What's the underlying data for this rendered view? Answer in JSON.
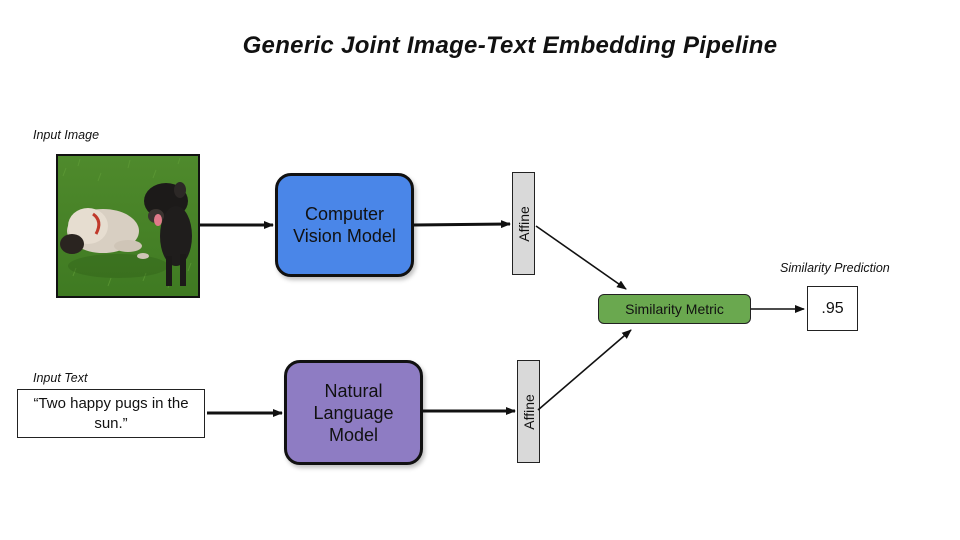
{
  "title": "Generic Joint Image-Text Embedding Pipeline",
  "input_image": {
    "caption": "Input Image",
    "depicts": "photo"
  },
  "input_text": {
    "caption": "Input Text",
    "value": "“Two happy pugs in the sun.”"
  },
  "models": {
    "vision": "Computer Vision Model",
    "language": "Natural Language Model"
  },
  "affine": {
    "top": "Affine",
    "bottom": "Affine"
  },
  "similarity_metric": "Similarity Metric",
  "prediction": {
    "caption": "Similarity Prediction",
    "value": ".95"
  },
  "colors": {
    "vision_model": "#4a86e8",
    "language_model": "#8e7cc3",
    "similarity_metric": "#6aa84f",
    "affine": "#d9d9d9"
  }
}
